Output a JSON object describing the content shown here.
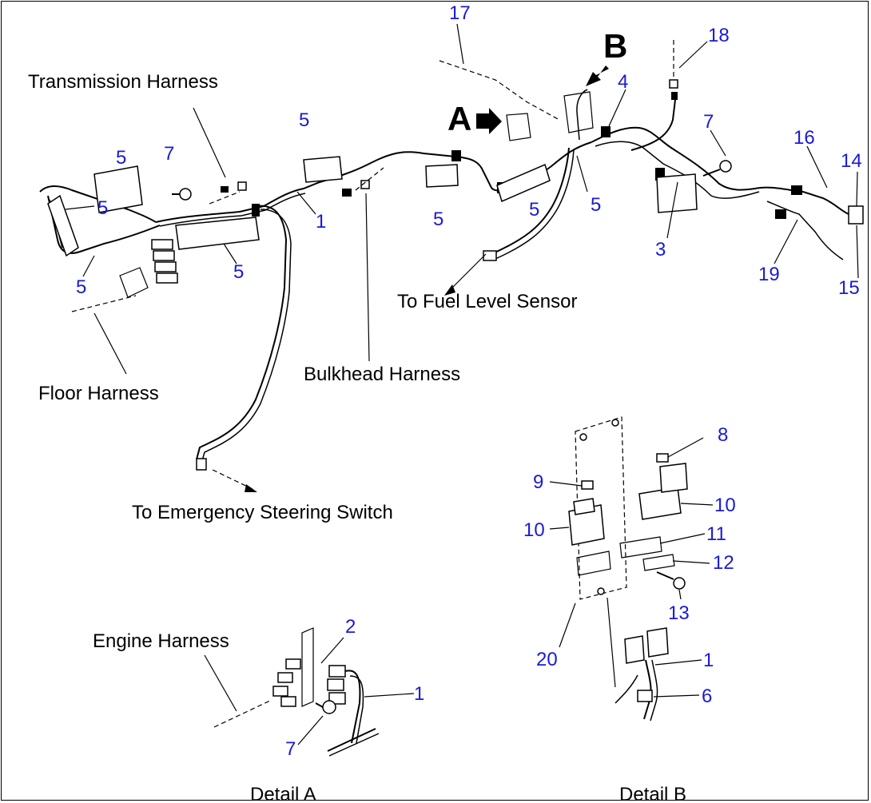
{
  "callouts": {
    "transmission_harness": "Transmission Harness",
    "floor_harness": "Floor Harness",
    "bulkhead_harness": "Bulkhead Harness",
    "to_fuel_level_sensor": "To Fuel Level Sensor",
    "to_emergency_steering_switch": "To Emergency Steering Switch",
    "engine_harness": "Engine Harness",
    "detail_a": "Detail A",
    "detail_b": "Detail B"
  },
  "detail_markers": {
    "a": "A",
    "b": "B"
  },
  "part_numbers": {
    "n1": "1",
    "n2": "2",
    "n3": "3",
    "n4": "4",
    "n5": "5",
    "n6": "6",
    "n7": "7",
    "n8": "8",
    "n9": "9",
    "n10": "10",
    "n11": "11",
    "n12": "12",
    "n13": "13",
    "n14": "14",
    "n15": "15",
    "n16": "16",
    "n17": "17",
    "n18": "18",
    "n19": "19",
    "n20": "20"
  },
  "colors": {
    "line": "#000000",
    "part_number": "#1a1ad6",
    "background": "#ffffff"
  }
}
